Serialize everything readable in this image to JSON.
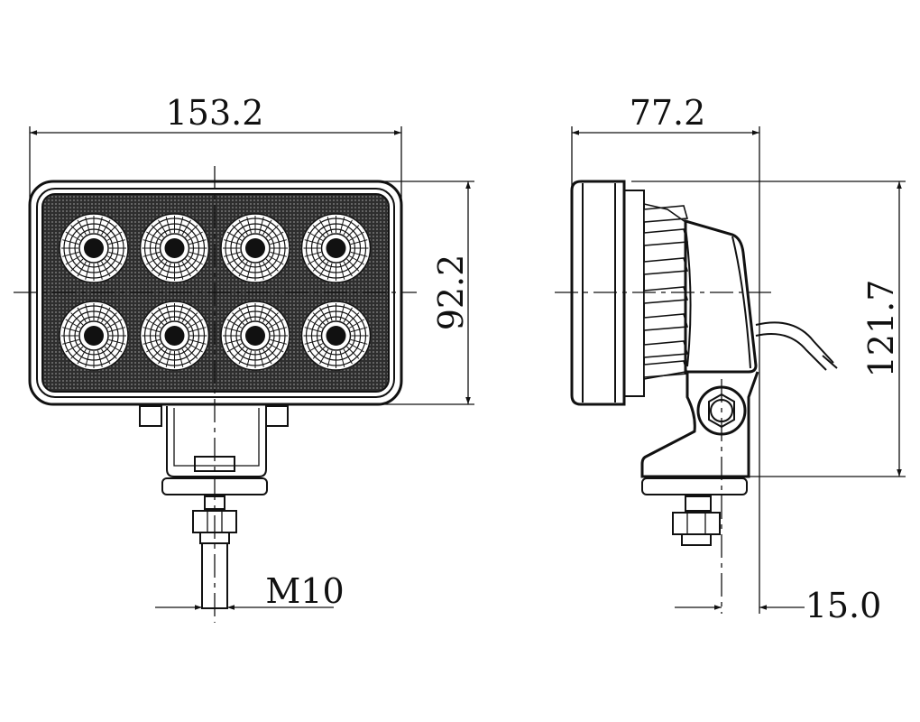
{
  "drawing": {
    "dimensions": {
      "front_width": "153.2",
      "front_height": "92.2",
      "side_depth": "77.2",
      "side_height": "121.7",
      "bolt_thread": "M10",
      "mount_offset": "15.0"
    },
    "led_count": 8,
    "colors": {
      "line": "#111111",
      "background": "#ffffff",
      "lens_face": "#3a3a3a"
    }
  }
}
